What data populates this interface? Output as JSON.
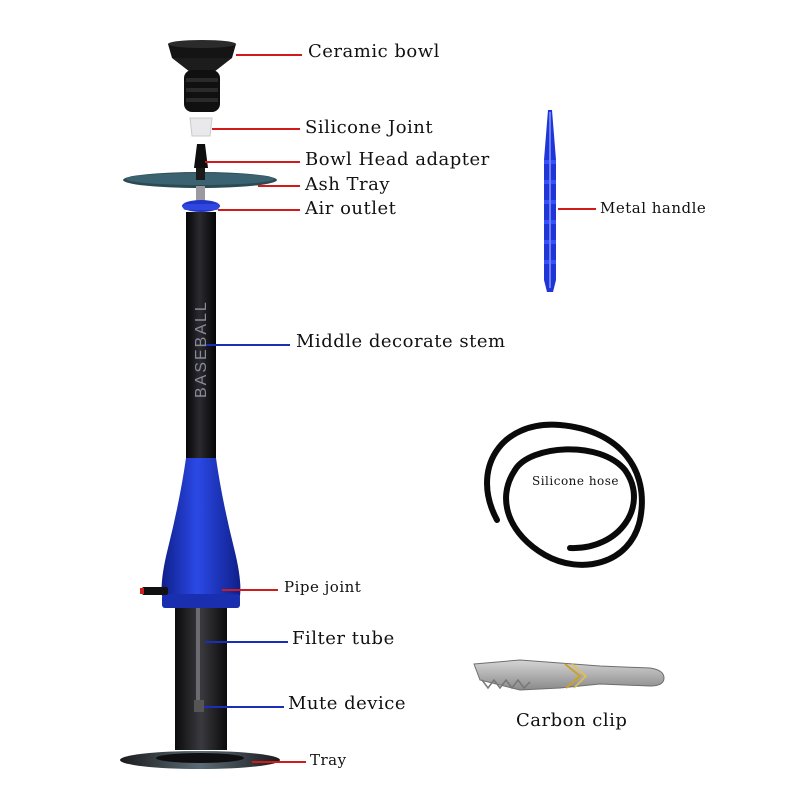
{
  "stem_text": "BASEBALL",
  "labels": {
    "ceramic_bowl": "Ceramic bowl",
    "silicone_joint": "Silicone Joint",
    "bowl_head_adapter": "Bowl Head adapter",
    "ash_tray": "Ash Tray",
    "air_outlet": "Air outlet",
    "middle_stem": "Middle decorate stem",
    "pipe_joint": "Pipe joint",
    "filter_tube": "Filter tube",
    "mute_device": "Mute device",
    "tray": "Tray",
    "metal_handle": "Metal handle",
    "silicone_hose": "Silicone hose",
    "carbon_clip": "Carbon clip"
  },
  "colors": {
    "leader_red": "#d11a1a",
    "leader_blue": "#1a2fb8",
    "stem_blue": "#1c34c9",
    "stem_black": "#0c0c10"
  }
}
